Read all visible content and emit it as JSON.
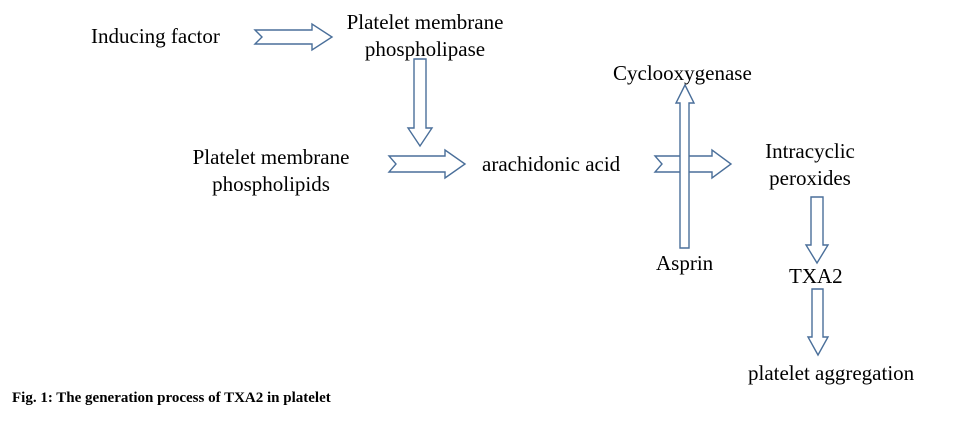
{
  "figure": {
    "caption": "Fig. 1: The generation process of TXA2 in platelet"
  },
  "nodes": {
    "inducing_factor": {
      "lines": [
        "Inducing factor"
      ]
    },
    "phospholipase": {
      "lines": [
        "Platelet membrane",
        "phospholipase"
      ]
    },
    "phospholipids": {
      "lines": [
        "Platelet membrane",
        "phospholipids"
      ]
    },
    "arachidonic_acid": {
      "lines": [
        "arachidonic acid"
      ]
    },
    "cyclooxygenase": {
      "lines": [
        "Cyclooxygenase"
      ]
    },
    "aspirin": {
      "lines": [
        "Asprin"
      ]
    },
    "intracyclic_peroxides": {
      "lines": [
        "Intracyclic",
        "peroxides"
      ]
    },
    "txa2": {
      "lines": [
        "TXA2"
      ]
    },
    "platelet_aggregation": {
      "lines": [
        "platelet aggregation"
      ]
    }
  },
  "edges": [
    {
      "from": "inducing_factor",
      "to": "phospholipase",
      "style": "hollow-arrow"
    },
    {
      "from": "phospholipase",
      "to": "phospholipids",
      "style": "hollow-arrow"
    },
    {
      "from": "phospholipids",
      "to": "arachidonic_acid",
      "style": "hollow-arrow"
    },
    {
      "from": "arachidonic_acid",
      "to": "intracyclic_peroxides",
      "style": "hollow-arrow"
    },
    {
      "from": "aspirin",
      "to": "cyclooxygenase",
      "style": "hollow-arrow"
    },
    {
      "from": "intracyclic_peroxides",
      "to": "txa2",
      "style": "hollow-arrow"
    },
    {
      "from": "txa2",
      "to": "platelet_aggregation",
      "style": "hollow-arrow"
    }
  ],
  "colors": {
    "arrow_stroke": "#4a6f9a",
    "arrow_fill": "#ffffff",
    "text": "#000000",
    "background": "#ffffff"
  }
}
